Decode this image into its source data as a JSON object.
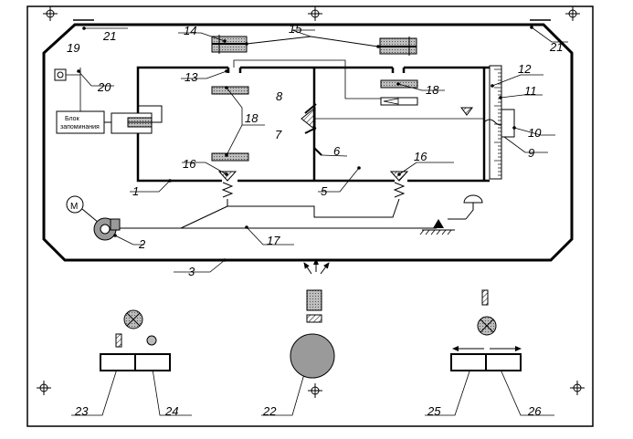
{
  "labels": {
    "l1": "1",
    "l2": "2",
    "l3": "3",
    "l5": "5",
    "l6": "6",
    "l7": "7",
    "l8": "8",
    "l9": "9",
    "l10": "10",
    "l11": "11",
    "l12": "12",
    "l13": "13",
    "l14": "14",
    "l15": "15",
    "l16a": "16",
    "l16b": "16",
    "l17": "17",
    "l18a": "18",
    "l18b": "18",
    "l19": "19",
    "l20": "20",
    "l21a": "21",
    "l21b": "21",
    "l22": "22",
    "l23": "23",
    "l24": "24",
    "l25": "25",
    "l26": "26"
  },
  "motor_symbol": "M",
  "memory_block": {
    "line1": "Блок",
    "line2": "запоминания"
  },
  "icons": {
    "registration_mark": "crosshair-registration-icon",
    "lamp": "indicator-lamp-icon",
    "light_beam": "light-beam-icon"
  }
}
